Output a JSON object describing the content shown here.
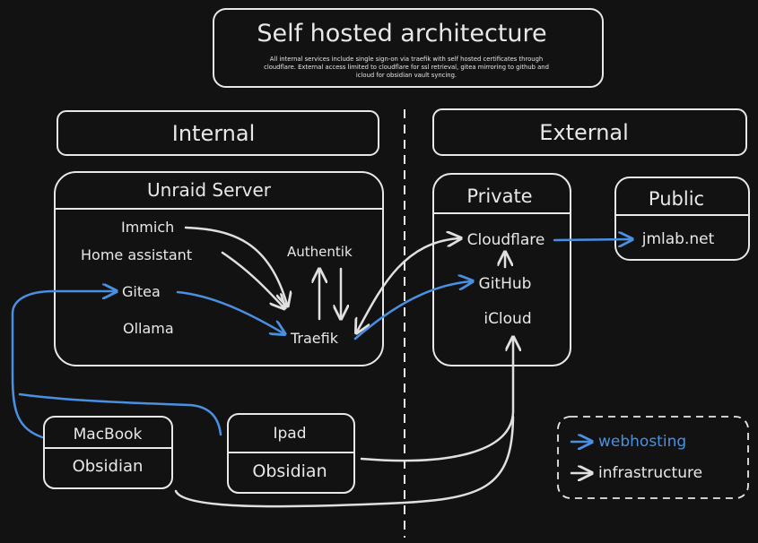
{
  "header": {
    "title": "Self hosted architecture",
    "description": [
      "All internal services include single sign-on via traefik with self hosted certificates through",
      "cloudflare. External access limited to cloudflare for ssl retrieval, gitea mirroring to github and",
      "icloud for obsidian vault syncing."
    ]
  },
  "sections": {
    "internal": "Internal",
    "external": "External"
  },
  "server": {
    "title": "Unraid Server",
    "services": [
      "Immich",
      "Home assistant",
      "Gitea",
      "Ollama"
    ],
    "authentik": "Authentik",
    "traefik": "Traefik"
  },
  "private": {
    "title": "Private",
    "items": [
      "Cloudflare",
      "GitHub",
      "iCloud"
    ]
  },
  "public": {
    "title": "Public",
    "items": [
      "jmlab.net"
    ]
  },
  "devices": [
    {
      "name": "MacBook",
      "app": "Obsidian"
    },
    {
      "name": "Ipad",
      "app": "Obsidian"
    }
  ],
  "legend": {
    "webhosting": "webhosting",
    "infrastructure": "infrastructure"
  },
  "colors": {
    "background": "#121212",
    "stroke": "#e8e8e8",
    "webhosting": "#4a90e2"
  }
}
